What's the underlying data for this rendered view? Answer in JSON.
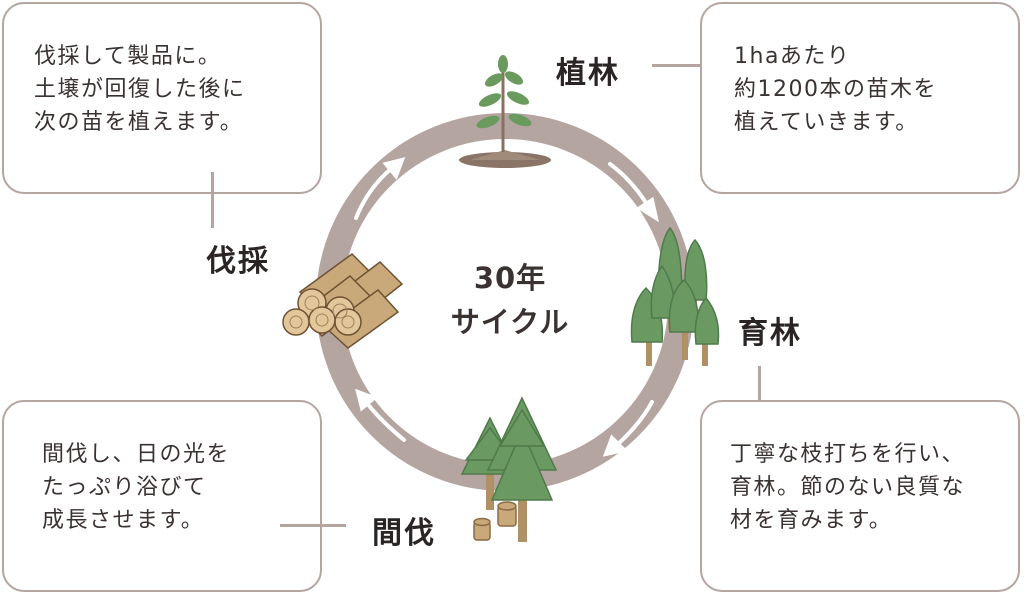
{
  "center": {
    "line1": "30年",
    "line2": "サイクル"
  },
  "stages": {
    "planting": {
      "label": "植林",
      "note": "1haあたり\n約1200本の苗木を\n植えていきます。"
    },
    "growing": {
      "label": "育林",
      "note": "丁寧な枝打ちを行い、\n育林。節のない良質な\n材を育みます。"
    },
    "thinning": {
      "label": "間伐",
      "note": "間伐し、日の光を\nたっぷり浴びて\n成長させます。"
    },
    "harvest": {
      "label": "伐採",
      "note": "伐採して製品に。\n土壌が回復した後に\n次の苗を植えます。"
    }
  },
  "colors": {
    "ring": "#b5a5a1",
    "tree": "#5e8c5a",
    "trunk": "#b09065",
    "log": "#c9a97a",
    "text": "#2b2424"
  }
}
